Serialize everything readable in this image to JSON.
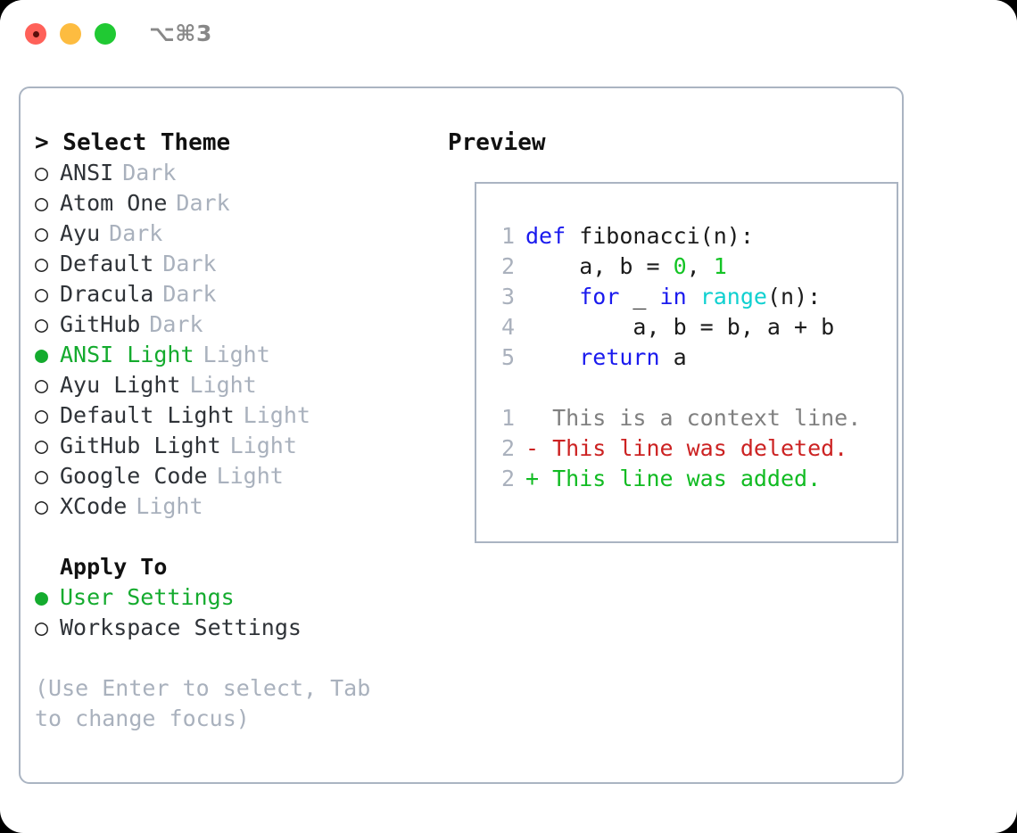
{
  "titlebar": {
    "shortcut": "⌥⌘3",
    "buttons": [
      {
        "name": "close",
        "color": "#ff6159"
      },
      {
        "name": "minimize",
        "color": "#fdbc40"
      },
      {
        "name": "zoom",
        "color": "#20c933"
      }
    ]
  },
  "theme_picker": {
    "prompt": "> Select Theme",
    "options": [
      {
        "marker": "○",
        "name": "ANSI",
        "category": "Dark",
        "selected": false
      },
      {
        "marker": "○",
        "name": "Atom One",
        "category": "Dark",
        "selected": false
      },
      {
        "marker": "○",
        "name": "Ayu",
        "category": "Dark",
        "selected": false
      },
      {
        "marker": "○",
        "name": "Default",
        "category": "Dark",
        "selected": false
      },
      {
        "marker": "○",
        "name": "Dracula",
        "category": "Dark",
        "selected": false
      },
      {
        "marker": "○",
        "name": "GitHub",
        "category": "Dark",
        "selected": false
      },
      {
        "marker": "●",
        "name": "ANSI Light",
        "category": "Light",
        "selected": true
      },
      {
        "marker": "○",
        "name": "Ayu Light",
        "category": "Light",
        "selected": false
      },
      {
        "marker": "○",
        "name": "Default Light",
        "category": "Light",
        "selected": false
      },
      {
        "marker": "○",
        "name": "GitHub Light",
        "category": "Light",
        "selected": false
      },
      {
        "marker": "○",
        "name": "Google Code",
        "category": "Light",
        "selected": false
      },
      {
        "marker": "○",
        "name": "XCode",
        "category": "Light",
        "selected": false
      }
    ]
  },
  "apply_to": {
    "heading": "Apply To",
    "options": [
      {
        "marker": "●",
        "name": "User Settings",
        "selected": true
      },
      {
        "marker": "○",
        "name": "Workspace Settings",
        "selected": false
      }
    ]
  },
  "hint": "(Use Enter to select, Tab to change focus)",
  "preview": {
    "title": "Preview",
    "code_lines": [
      {
        "number": "1",
        "segments": [
          {
            "text": "def",
            "kind": "kw"
          },
          {
            "text": " fibonacci(n):",
            "kind": "pln"
          }
        ]
      },
      {
        "number": "2",
        "segments": [
          {
            "text": "    a, b = ",
            "kind": "pln"
          },
          {
            "text": "0",
            "kind": "num"
          },
          {
            "text": ", ",
            "kind": "pln"
          },
          {
            "text": "1",
            "kind": "num"
          }
        ]
      },
      {
        "number": "3",
        "segments": [
          {
            "text": "    ",
            "kind": "pln"
          },
          {
            "text": "for",
            "kind": "kw"
          },
          {
            "text": " _ ",
            "kind": "pln"
          },
          {
            "text": "in",
            "kind": "kw"
          },
          {
            "text": " ",
            "kind": "pln"
          },
          {
            "text": "range",
            "kind": "fn"
          },
          {
            "text": "(n):",
            "kind": "pln"
          }
        ]
      },
      {
        "number": "4",
        "segments": [
          {
            "text": "        a, b = b, a + b",
            "kind": "pln"
          }
        ]
      },
      {
        "number": "5",
        "segments": [
          {
            "text": "    ",
            "kind": "pln"
          },
          {
            "text": "return",
            "kind": "kw"
          },
          {
            "text": " a",
            "kind": "pln"
          }
        ]
      }
    ],
    "diff_lines": [
      {
        "number": "1",
        "prefix": "  ",
        "text": "This is a context line.",
        "kind": "ctx"
      },
      {
        "number": "2",
        "prefix": "- ",
        "text": "This line was deleted.",
        "kind": "del"
      },
      {
        "number": "2",
        "prefix": "+ ",
        "text": "This line was added.",
        "kind": "add"
      }
    ]
  },
  "colors": {
    "accent_green": "#14ab2e",
    "keyword_blue": "#1a1aee",
    "function_cyan": "#0fd0d0",
    "number_green": "#14c425",
    "diff_add": "#11bb22",
    "diff_del": "#cc2222",
    "muted": "#a9b1bd",
    "border": "#aab4c2"
  }
}
